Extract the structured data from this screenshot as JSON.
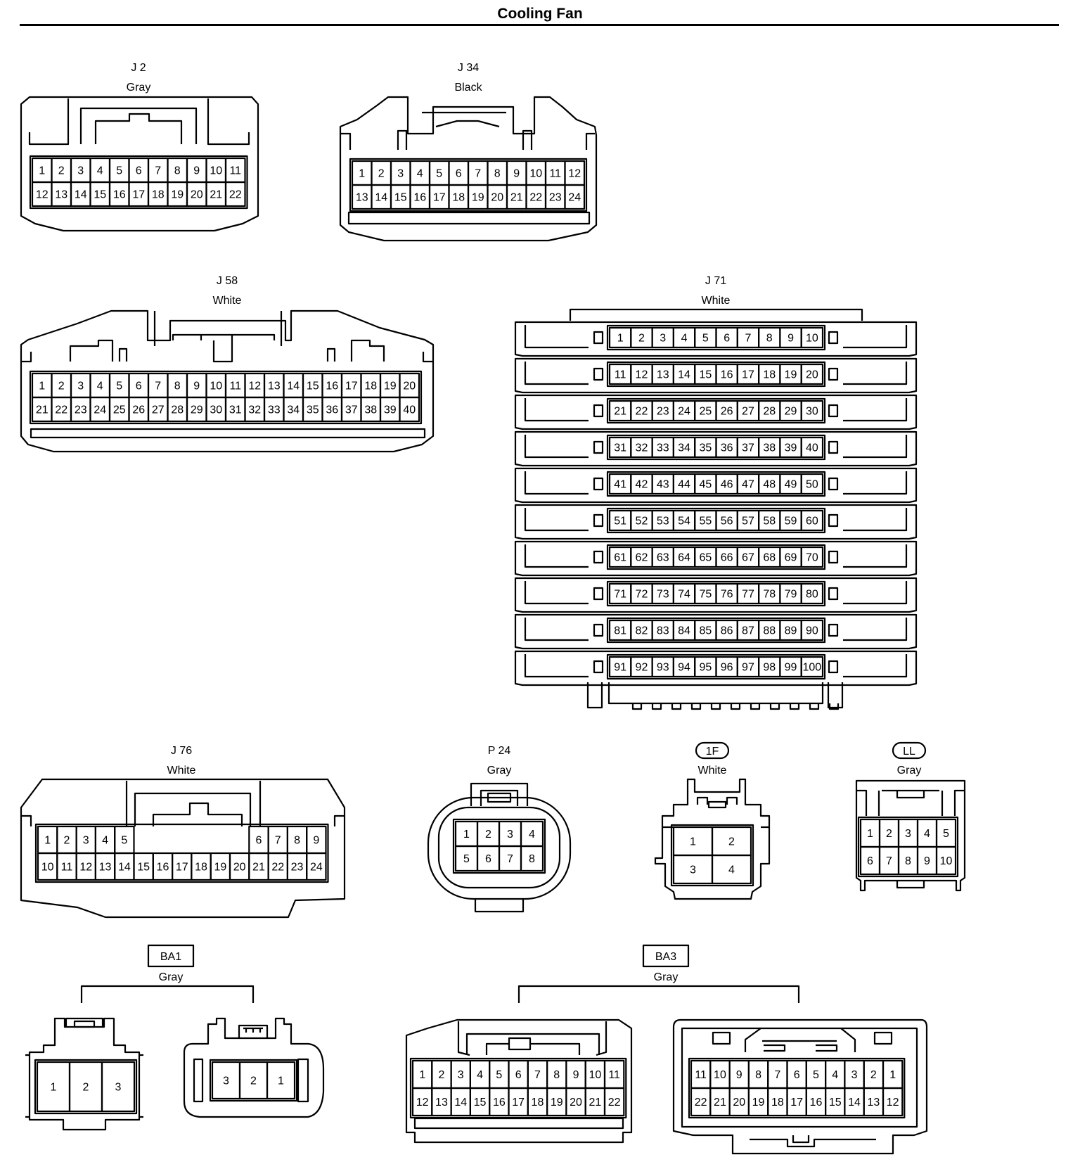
{
  "page": {
    "title": "Cooling Fan"
  },
  "connectors": {
    "j2": {
      "code": "J 2",
      "color": "Gray",
      "rows": [
        [
          "1",
          "2",
          "3",
          "4",
          "5",
          "6",
          "7",
          "8",
          "9",
          "10",
          "11"
        ],
        [
          "12",
          "13",
          "14",
          "15",
          "16",
          "17",
          "18",
          "19",
          "20",
          "21",
          "22"
        ]
      ]
    },
    "j34": {
      "code": "J 34",
      "color": "Black",
      "rows": [
        [
          "1",
          "2",
          "3",
          "4",
          "5",
          "6",
          "7",
          "8",
          "9",
          "10",
          "11",
          "12"
        ],
        [
          "13",
          "14",
          "15",
          "16",
          "17",
          "18",
          "19",
          "20",
          "21",
          "22",
          "23",
          "24"
        ]
      ]
    },
    "j58": {
      "code": "J 58",
      "color": "White",
      "rows": [
        [
          "1",
          "2",
          "3",
          "4",
          "5",
          "6",
          "7",
          "8",
          "9",
          "10",
          "11",
          "12",
          "13",
          "14",
          "15",
          "16",
          "17",
          "18",
          "19",
          "20"
        ],
        [
          "21",
          "22",
          "23",
          "24",
          "25",
          "26",
          "27",
          "28",
          "29",
          "30",
          "31",
          "32",
          "33",
          "34",
          "35",
          "36",
          "37",
          "38",
          "39",
          "40"
        ]
      ]
    },
    "j71": {
      "code": "J 71",
      "color": "White",
      "rows": [
        [
          "1",
          "2",
          "3",
          "4",
          "5",
          "6",
          "7",
          "8",
          "9",
          "10"
        ],
        [
          "11",
          "12",
          "13",
          "14",
          "15",
          "16",
          "17",
          "18",
          "19",
          "20"
        ],
        [
          "21",
          "22",
          "23",
          "24",
          "25",
          "26",
          "27",
          "28",
          "29",
          "30"
        ],
        [
          "31",
          "32",
          "33",
          "34",
          "35",
          "36",
          "37",
          "38",
          "39",
          "40"
        ],
        [
          "41",
          "42",
          "43",
          "44",
          "45",
          "46",
          "47",
          "48",
          "49",
          "50"
        ],
        [
          "51",
          "52",
          "53",
          "54",
          "55",
          "56",
          "57",
          "58",
          "59",
          "60"
        ],
        [
          "61",
          "62",
          "63",
          "64",
          "65",
          "66",
          "67",
          "68",
          "69",
          "70"
        ],
        [
          "71",
          "72",
          "73",
          "74",
          "75",
          "76",
          "77",
          "78",
          "79",
          "80"
        ],
        [
          "81",
          "82",
          "83",
          "84",
          "85",
          "86",
          "87",
          "88",
          "89",
          "90"
        ],
        [
          "91",
          "92",
          "93",
          "94",
          "95",
          "96",
          "97",
          "98",
          "99",
          "100"
        ]
      ]
    },
    "j76": {
      "code": "J 76",
      "color": "White",
      "rows": [
        [
          "1",
          "2",
          "3",
          "4",
          "5",
          "",
          "",
          "",
          "",
          "",
          "",
          "6",
          "7",
          "8",
          "9"
        ],
        [
          "10",
          "11",
          "12",
          "13",
          "14",
          "15",
          "16",
          "17",
          "18",
          "19",
          "20",
          "21",
          "22",
          "23",
          "24"
        ]
      ]
    },
    "p24": {
      "code": "P 24",
      "color": "Gray",
      "rows": [
        [
          "1",
          "2",
          "3",
          "4"
        ],
        [
          "5",
          "6",
          "7",
          "8"
        ]
      ]
    },
    "c1f": {
      "code": "1F",
      "color": "White",
      "rows": [
        [
          "1",
          "2"
        ],
        [
          "3",
          "4"
        ]
      ]
    },
    "cll": {
      "code": "LL",
      "color": "Gray",
      "rows": [
        [
          "1",
          "2",
          "3",
          "4",
          "5"
        ],
        [
          "6",
          "7",
          "8",
          "9",
          "10"
        ]
      ]
    },
    "ba1": {
      "code": "BA1",
      "color": "Gray",
      "left_rows": [
        [
          "1",
          "2",
          "3"
        ]
      ],
      "right_rows": [
        [
          "3",
          "2",
          "1"
        ]
      ]
    },
    "ba3": {
      "code": "BA3",
      "color": "Gray",
      "left_rows": [
        [
          "1",
          "2",
          "3",
          "4",
          "5",
          "6",
          "7",
          "8",
          "9",
          "10",
          "11"
        ],
        [
          "12",
          "13",
          "14",
          "15",
          "16",
          "17",
          "18",
          "19",
          "20",
          "21",
          "22"
        ]
      ],
      "right_rows": [
        [
          "11",
          "10",
          "9",
          "8",
          "7",
          "6",
          "5",
          "4",
          "3",
          "2",
          "1"
        ],
        [
          "22",
          "21",
          "20",
          "19",
          "18",
          "17",
          "16",
          "15",
          "14",
          "13",
          "12"
        ]
      ]
    }
  }
}
